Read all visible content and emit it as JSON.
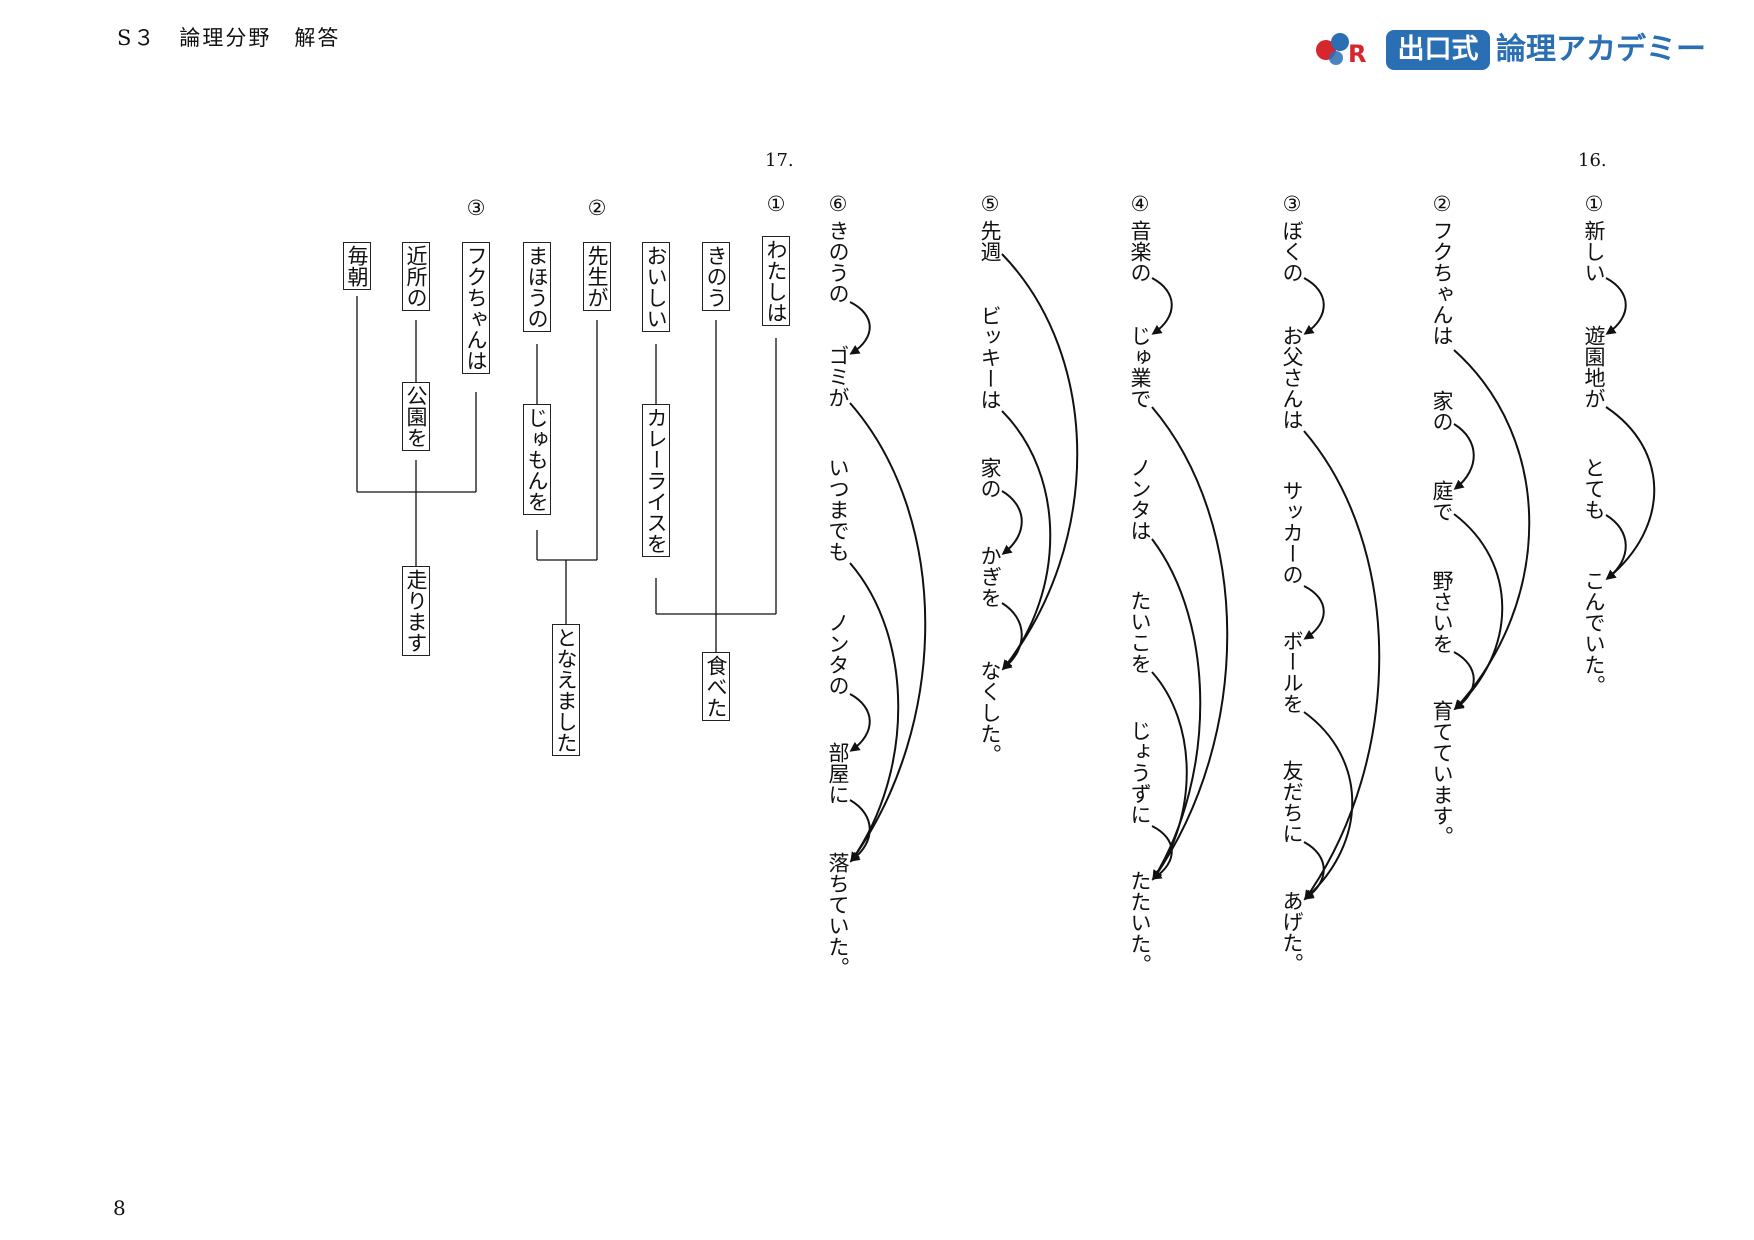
{
  "header": {
    "title": "S３　論理分野　解答"
  },
  "page_number": "8",
  "logo": {
    "mark_text": "R",
    "boxed_text": "出口式",
    "academy_text": "論理アカデミー",
    "brand_color": "#2a6fb3",
    "accent_red": "#d6262e"
  },
  "q16": {
    "number": "16.",
    "items": [
      {
        "id": "1",
        "num": "①",
        "words": [
          "新しい",
          "遊園地が",
          "とても",
          "こんでいた。"
        ]
      },
      {
        "id": "2",
        "num": "②",
        "words": [
          "フクちゃんは",
          "家の",
          "庭で",
          "野さいを",
          "育てています。"
        ]
      },
      {
        "id": "3",
        "num": "③",
        "words": [
          "ぼくの",
          "お父さんは",
          "サッカーの",
          "ボールを",
          "友だちに",
          "あげた。"
        ]
      },
      {
        "id": "4",
        "num": "④",
        "words": [
          "音楽の",
          "じゅ業で",
          "ノンタは",
          "たいこを",
          "じょうずに",
          "たたいた。"
        ]
      },
      {
        "id": "5",
        "num": "⑤",
        "words": [
          "先週",
          "ビッキーは",
          "家の",
          "かぎを",
          "なくした。"
        ]
      },
      {
        "id": "6",
        "num": "⑥",
        "words": [
          "きのうの",
          "ゴミが",
          "いつまでも",
          "ノンタの",
          "部屋に",
          "落ちていた。"
        ]
      }
    ]
  },
  "q17": {
    "number": "17.",
    "items": [
      {
        "id": "1",
        "num": "①",
        "boxes": [
          "わたしは",
          "きのう",
          "おいしい",
          "カレーライスを",
          "食べた"
        ]
      },
      {
        "id": "2",
        "num": "②",
        "boxes": [
          "先生が",
          "まほうの",
          "じゅもんを",
          "となえました"
        ]
      },
      {
        "id": "3",
        "num": "③",
        "boxes": [
          "フクちゃんは",
          "近所の",
          "毎朝",
          "公園を",
          "走ります"
        ]
      }
    ]
  }
}
